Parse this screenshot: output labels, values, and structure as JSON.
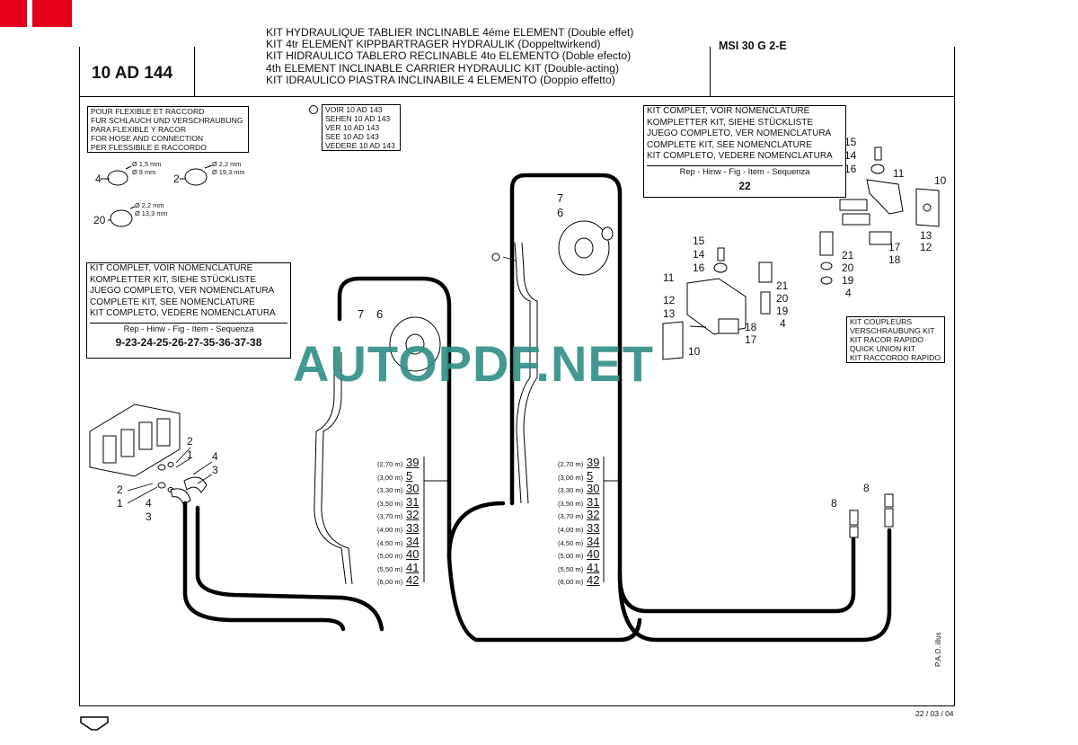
{
  "header": {
    "ref_code": "10 AD 144",
    "model": "MSI 30 G 2-E",
    "titles": [
      "KIT HYDRAULIQUE TABLIER INCLINABLE 4éme ELEMENT (Double effet)",
      "KIT 4tr ELEMENT KIPPBARTRAGER HYDRAULIK (Doppeltwirkend)",
      "KIT HIDRAULICO TABLERO RECLINABLE 4to ELEMENTO (Doble  efecto)",
      "4th ELEMENT INCLINABLE CARRIER HYDRAULIC KIT (Double-acting)",
      "KIT IDRAULICO PIASTRA INCLINABILE 4 ELEMENTO (Doppio  effetto)"
    ]
  },
  "notes": {
    "hose_fitting": [
      "POUR FLEXIBLE ET RACCORD",
      "FUR SCHLAUCH UND VERSCHRAUBUNG",
      "PARA FLEXIBLE Y RACOR",
      "FOR HOSE AND CONNECTION",
      "PER FLESSIBILE E RACCORDO"
    ],
    "see_ref": [
      "VOIR 10 AD 143",
      "SEHEN 10 AD 143",
      "VER 10 AD 143",
      "SEE 10 AD 143",
      "VEDERE 10 AD 143"
    ],
    "complete_kit_left": {
      "lines": [
        "KIT COMPLET, VOIR NOMENCLATURE",
        "KOMPLETTER KIT, SIEHE STÜCKLISTE",
        "JUEGO COMPLETO, VER NOMENCLATURA",
        "COMPLETE KIT, SEE NOMENCLATURE",
        "KIT COMPLETO, VEDERE NOMENCLATURA"
      ],
      "rep_label": "Rep - Hinw - Fig - Item - Sequenza",
      "rep_value": "9-23-24-25-26-27-35-36-37-38"
    },
    "complete_kit_right": {
      "lines": [
        "KIT COMPLET, VOIR NOMENCLATURE",
        "KOMPLETTER KIT, SIEHE STÜCKLISTE",
        "JUEGO COMPLETO, VER NOMENCLATURA",
        "COMPLETE KIT, SEE NOMENCLATURE",
        "KIT COMPLETO, VEDERE NOMENCLATURA"
      ],
      "rep_label": "Rep - Hinw - Fig - Item - Sequenza",
      "rep_value": "22"
    },
    "quick_coupler": [
      "KIT COUPLEURS",
      "VERSCHRAUBUNG KIT",
      "KIT RACOR RAPIDO",
      "QUICK UNION KIT",
      "KIT RACCORDO RAPIDO"
    ]
  },
  "seals": [
    {
      "ref": "4",
      "d1": "Ø 1,5 mm",
      "d2": "Ø 9 mm"
    },
    {
      "ref": "2",
      "d1": "Ø 2,2 mm",
      "d2": "Ø 19,3 mm"
    },
    {
      "ref": "20",
      "d1": "Ø 2,2 mm",
      "d2": "Ø 13,3 mm"
    }
  ],
  "hose_lengths": {
    "left": [
      {
        "len": "(2,70 m)",
        "ref": "39"
      },
      {
        "len": "(3,00 m)",
        "ref": "5"
      },
      {
        "len": "(3,30 m)",
        "ref": "30"
      },
      {
        "len": "(3,50 m)",
        "ref": "31"
      },
      {
        "len": "(3,70 m)",
        "ref": "32"
      },
      {
        "len": "(4,00 m)",
        "ref": "33"
      },
      {
        "len": "(4,50 m)",
        "ref": "34"
      },
      {
        "len": "(5,00 m)",
        "ref": "40"
      },
      {
        "len": "(5,50 m)",
        "ref": "41"
      },
      {
        "len": "(6,00 m)",
        "ref": "42"
      }
    ],
    "right": [
      {
        "len": "(2,70 m)",
        "ref": "39"
      },
      {
        "len": "(3,00 m)",
        "ref": "5"
      },
      {
        "len": "(3,30 m)",
        "ref": "30"
      },
      {
        "len": "(3,50 m)",
        "ref": "31"
      },
      {
        "len": "(3,70 m)",
        "ref": "32"
      },
      {
        "len": "(4,00 m)",
        "ref": "33"
      },
      {
        "len": "(4,50 m)",
        "ref": "34"
      },
      {
        "len": "(5,00 m)",
        "ref": "40"
      },
      {
        "len": "(5,50 m)",
        "ref": "41"
      },
      {
        "len": "(6,00 m)",
        "ref": "42"
      }
    ]
  },
  "callouts": {
    "valve": [
      "2",
      "1",
      "4",
      "3",
      "2",
      "1",
      "4",
      "3"
    ],
    "cyl_left": [
      "7",
      "6"
    ],
    "cyl_right": [
      "7",
      "6"
    ],
    "couplers": [
      "8",
      "8"
    ],
    "bracket_upper": [
      "15",
      "14",
      "16",
      "11",
      "10",
      "13",
      "12",
      "17",
      "18",
      "21",
      "20",
      "19",
      "4"
    ],
    "bracket_lower": [
      "15",
      "14",
      "16",
      "11",
      "12",
      "13",
      "10",
      "21",
      "20",
      "19",
      "4",
      "18",
      "17"
    ]
  },
  "watermark": "AUTOPDF.NET",
  "footer": {
    "date": "22 / 03 / 04",
    "side_note": "P.A.O. illus"
  }
}
